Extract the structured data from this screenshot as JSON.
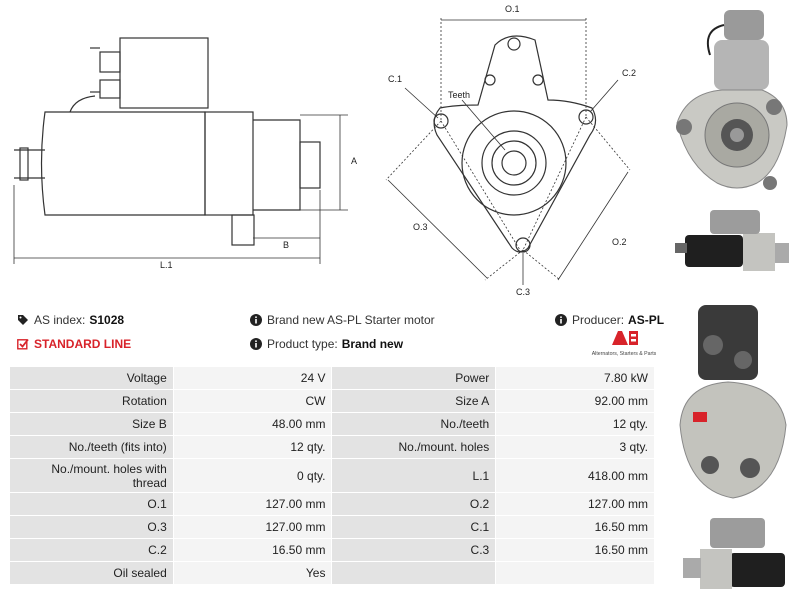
{
  "drawing_labels": {
    "o1": "O.1",
    "o2": "O.2",
    "o3": "O.3",
    "c1": "C.1",
    "c2": "C.2",
    "c3": "C.3",
    "teeth": "Teeth",
    "a": "A",
    "b": "B",
    "l1": "L.1"
  },
  "info": {
    "as_index_label": "AS index:",
    "as_index_value": "S1028",
    "standard_line": "STANDARD LINE",
    "description": "Brand new AS-PL Starter motor",
    "product_type_label": "Product type:",
    "product_type_value": "Brand new",
    "producer_label": "Producer:",
    "producer_value": "AS-PL",
    "logo_tagline": "Alternators, Starters & Parts"
  },
  "colors": {
    "brand_red": "#d8232a",
    "label_cell": "#e3e3e3",
    "value_cell": "#f4f4f4"
  },
  "specs": [
    {
      "l1": "Voltage",
      "v1": "24 V",
      "l2": "Power",
      "v2": "7.80 kW"
    },
    {
      "l1": "Rotation",
      "v1": "CW",
      "l2": "Size A",
      "v2": "92.00 mm"
    },
    {
      "l1": "Size B",
      "v1": "48.00 mm",
      "l2": "No./teeth",
      "v2": "12 qty."
    },
    {
      "l1": "No./teeth (fits into)",
      "v1": "12 qty.",
      "l2": "No./mount. holes",
      "v2": "3 qty."
    },
    {
      "l1": "No./mount. holes with thread",
      "v1": "0 qty.",
      "l2": "L.1",
      "v2": "418.00 mm"
    },
    {
      "l1": "O.1",
      "v1": "127.00 mm",
      "l2": "O.2",
      "v2": "127.00 mm"
    },
    {
      "l1": "O.3",
      "v1": "127.00 mm",
      "l2": "C.1",
      "v2": "16.50 mm"
    },
    {
      "l1": "C.2",
      "v1": "16.50 mm",
      "l2": "C.3",
      "v2": "16.50 mm"
    },
    {
      "l1": "Oil sealed",
      "v1": "Yes",
      "l2": "",
      "v2": ""
    }
  ]
}
